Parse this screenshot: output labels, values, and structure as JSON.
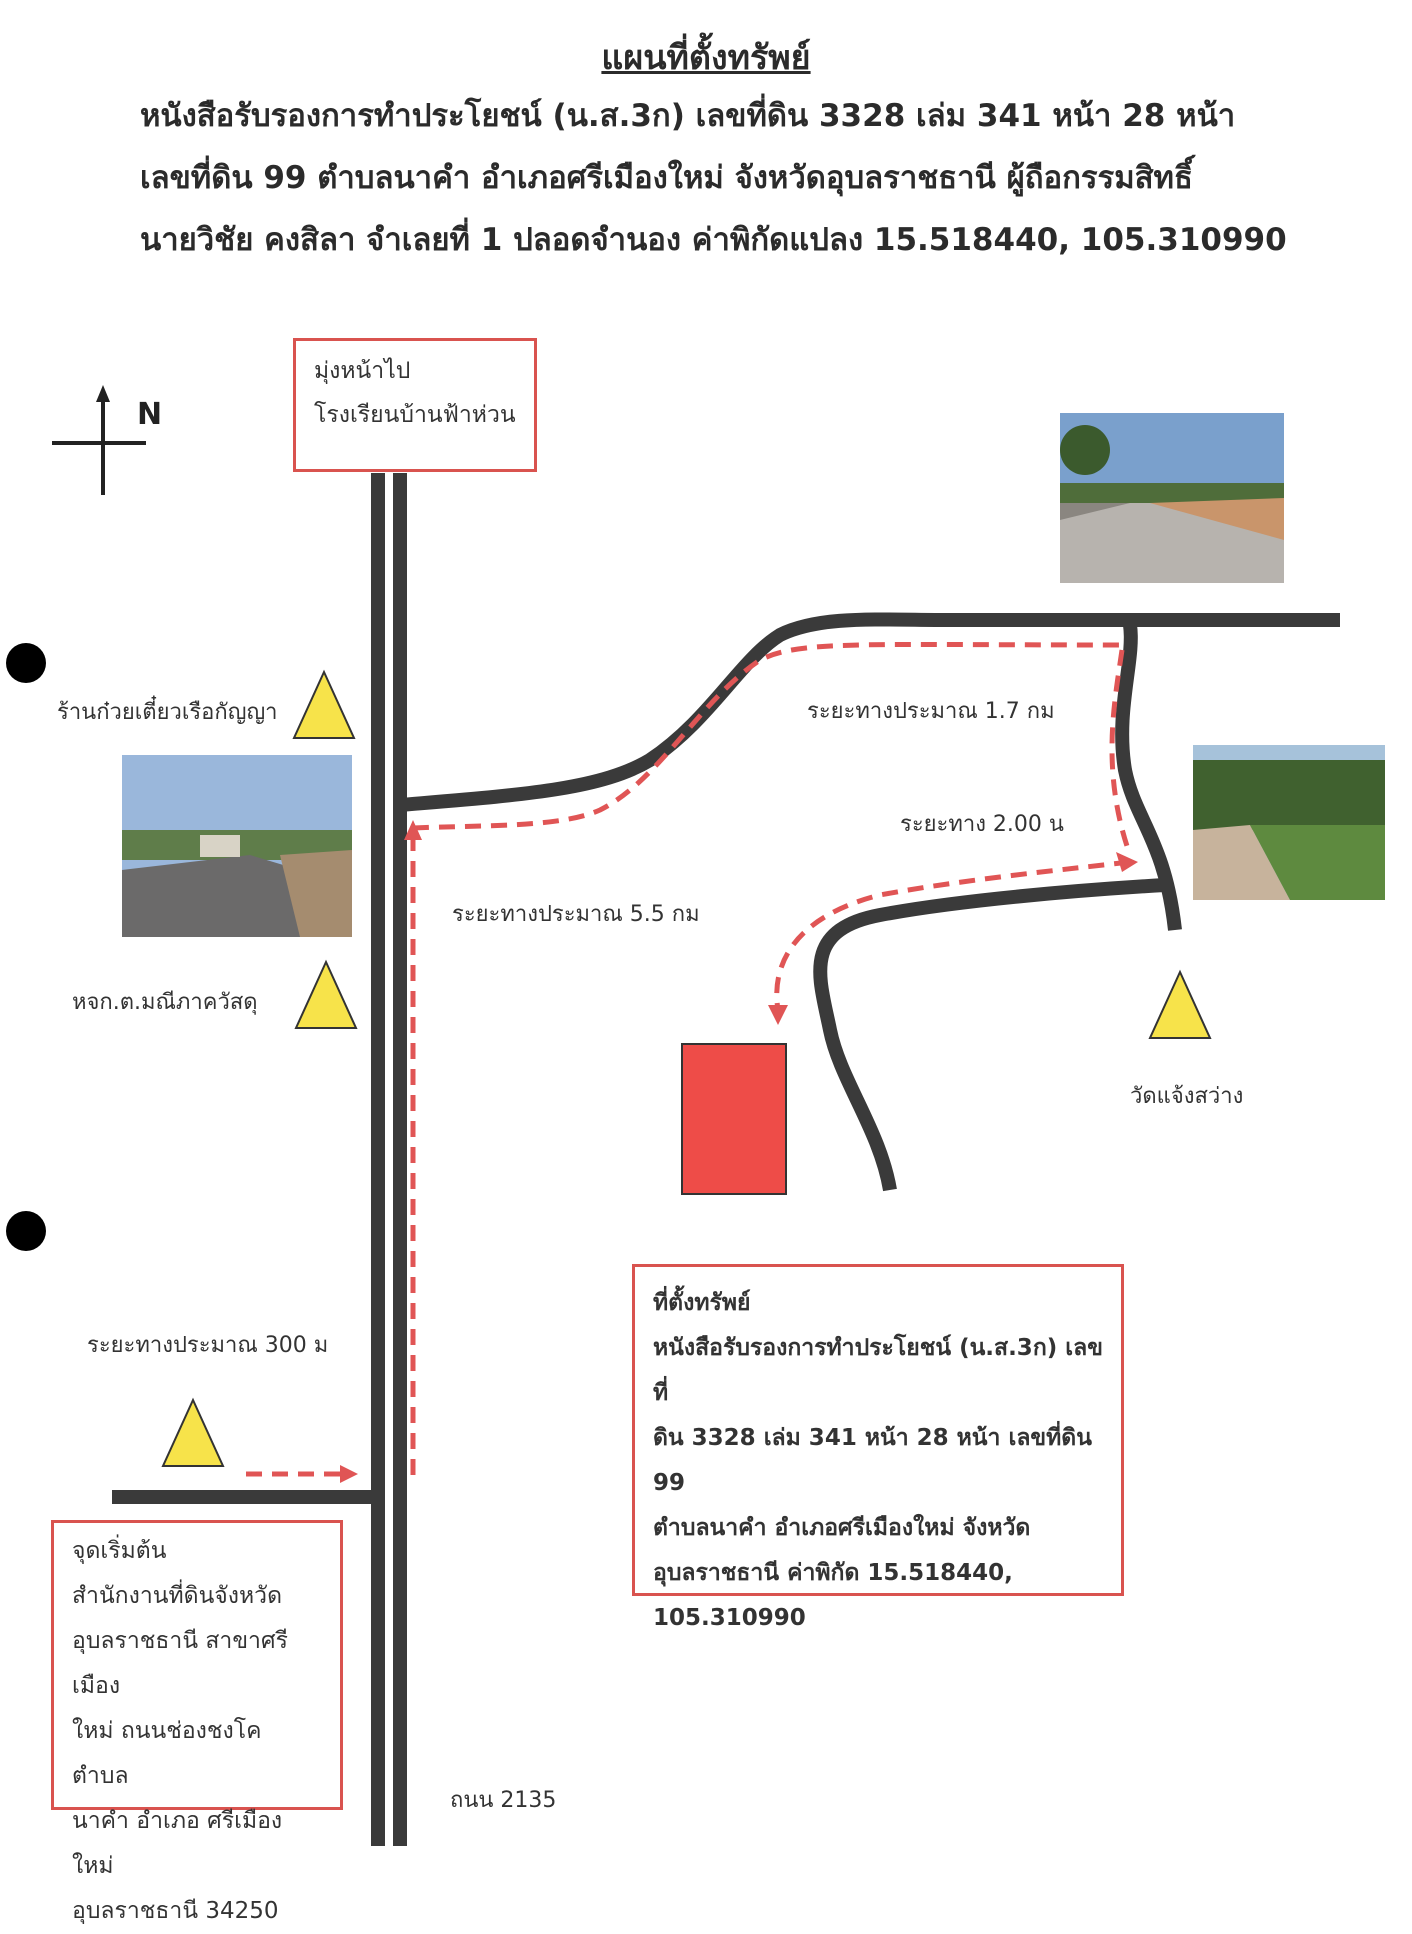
{
  "header": {
    "title": "แผนที่ตั้งทรัพย์",
    "line1": "หนังสือรับรองการทำประโยชน์ (น.ส.3ก) เลขที่ดิน 3328 เล่ม 341 หน้า 28 หน้า",
    "line2": "เลขที่ดิน 99 ตำบลนาคำ อำเภอศรีเมืองใหม่ จังหวัดอุบลราชธานี ผู้ถือกรรมสิทธิ์",
    "line3": "นายวิชัย  คงสิลา จำเลยที่ 1 ปลอดจำนอง ค่าพิกัดแปลง 15.518440, 105.310990"
  },
  "compass": {
    "north_label": "N"
  },
  "destination_box": {
    "line1": "มุ่งหน้าไป",
    "line2": "โรงเรียนบ้านฟ้าห่วน"
  },
  "landmarks": {
    "noodle_shop": "ร้านก๋วยเตี๋ยวเรือกัญญา",
    "cooperative": "หจก.ต.มณีภาควัสดุ",
    "temple": "วัดแจ้งสว่าง"
  },
  "distances": {
    "d_1_7": "ระยะทางประมาณ 1.7 กม",
    "d_2_00": "ระยะทาง 2.00 น",
    "d_5_5": "ระยะทางประมาณ 5.5 กม",
    "d_300": "ระยะทางประมาณ 300 ม"
  },
  "property_box": {
    "title": "ที่ตั้งทรัพย์",
    "line1": "หนังสือรับรองการทำประโยชน์ (น.ส.3ก) เลขที่",
    "line2": "ดิน 3328 เล่ม 341 หน้า 28 หน้า เลขที่ดิน 99",
    "line3": "ตำบลนาคำ อำเภอศรีเมืองใหม่ จังหวัด",
    "line4": "อุบลราชธานี ค่าพิกัด 15.518440, 105.310990"
  },
  "start_box": {
    "line1": "จุดเริ่มต้น",
    "line2": "สำนักงานที่ดินจังหวัด",
    "line3": "อุบลราชธานี สาขาศรีเมือง",
    "line4": "ใหม่ ถนนช่องชงโค ตำบล",
    "line5": "นาคำ อำเภอ ศรีเมืองใหม่",
    "line6": "อุบลราชธานี 34250"
  },
  "road_label": "ถนน 2135",
  "colors": {
    "road": "#3a3a3a",
    "route": "#e05555",
    "property": "#ee4c48",
    "marker": "#f7e34a",
    "box_border": "#d9534f"
  }
}
